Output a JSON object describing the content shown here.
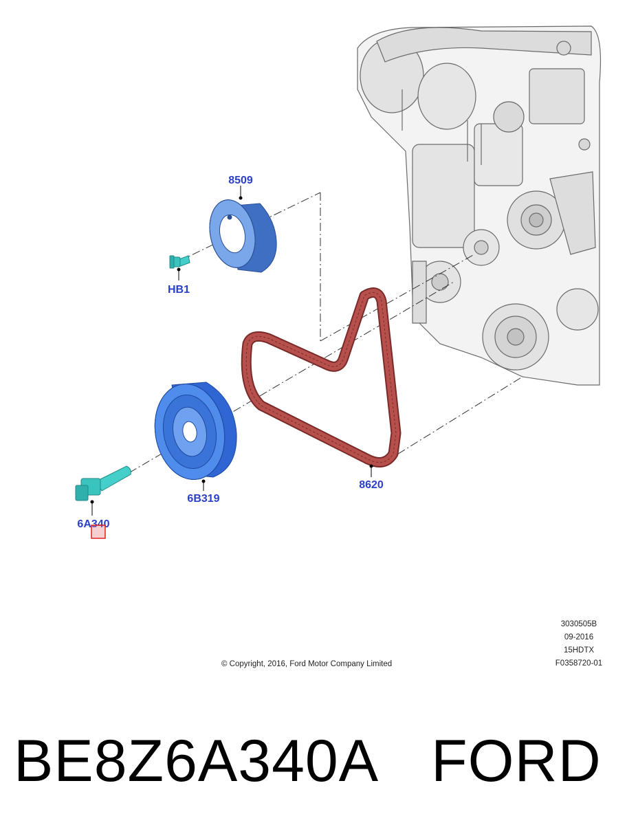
{
  "diagram": {
    "callouts": {
      "pulley_8509": "8509",
      "bolt_hb1": "HB1",
      "damper_6b319": "6B319",
      "belt_8620": "8620",
      "bolt_6a340": "6A340"
    },
    "copyright": "© Copyright, 2016, Ford Motor Company Limited",
    "meta": {
      "code": "3030505B",
      "date": "09-2016",
      "model": "15HDTX",
      "figure": "F0358720-01"
    }
  },
  "caption": {
    "part_number": "BE8Z6A340A",
    "brand": "FORD"
  },
  "colors": {
    "callout_text": "#2a3fc8",
    "pulley_blue": "#5a8fe0",
    "damper_blue": "#3f7de6",
    "bolt_cyan": "#39c4c0",
    "belt_red": "#b5504c",
    "highlight_red": "#e02020"
  }
}
